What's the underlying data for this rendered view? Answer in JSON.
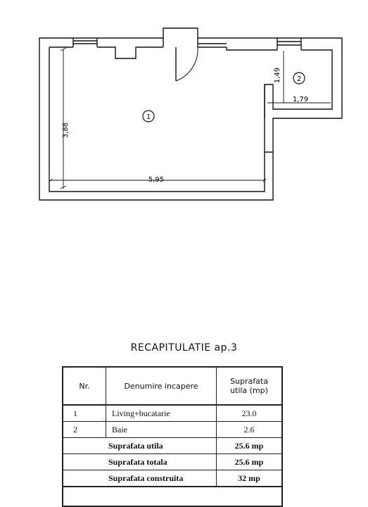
{
  "plan": {
    "room_numbers": [
      "①",
      "②"
    ],
    "dimensions": {
      "height_main": "3,88",
      "width_main": "5,95",
      "height_bath": "1,49",
      "width_bath": "1,79"
    }
  },
  "recap": {
    "title": "RECAPITULATIE ap.3",
    "headers": {
      "nr": "Nr.",
      "name": "Denumire incapere",
      "area_line1": "Suprafata",
      "area_line2": "utila (mp)"
    },
    "rows": [
      {
        "nr": "1",
        "name": "Living+bucatarie",
        "area": "23.0"
      },
      {
        "nr": "2",
        "name": "Baie",
        "area": "2.6"
      }
    ],
    "totals": [
      {
        "label": "Suprafata utila",
        "value": "25.6 mp"
      },
      {
        "label": "Suprafata totala",
        "value": "25.6 mp"
      },
      {
        "label": "Suprafata construita",
        "value": "32 mp"
      }
    ]
  }
}
